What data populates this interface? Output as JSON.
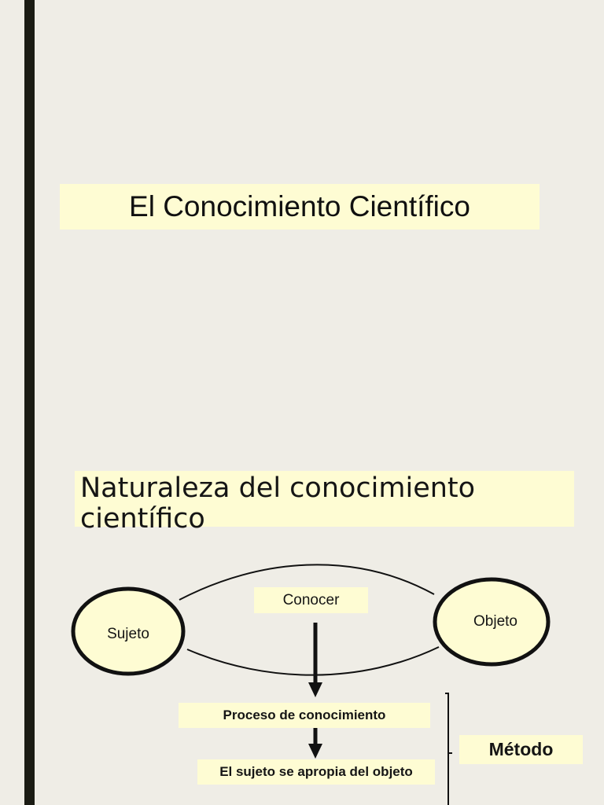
{
  "slide": {
    "title": "El Conocimiento Científico",
    "subtitle_line1": "Naturaleza del conocimiento",
    "subtitle_line2": "científico"
  },
  "diagram": {
    "subject": "Sujeto",
    "object": "Objeto",
    "relation": "Conocer",
    "process": "Proceso de conocimiento",
    "appropriation": "El sujeto se apropia del objeto",
    "method": "Método"
  },
  "colors": {
    "background": "#efede6",
    "side_bar": "#1b1c14",
    "highlight": "#fefcd3",
    "stroke": "#111111"
  }
}
